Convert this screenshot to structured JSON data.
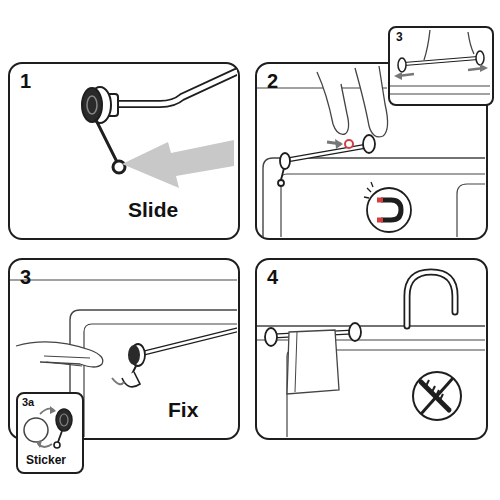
{
  "diagram": {
    "nodes": [
      {
        "text": [
          "1",
          "Slide"
        ]
      },
      {
        "text": [
          "2"
        ]
      },
      {
        "text": [
          "3"
        ],
        "in": 1
      },
      {
        "text": [
          "3",
          "Fix"
        ]
      },
      {
        "text": [
          "3a",
          "Sticker"
        ],
        "in": 3
      },
      {
        "text": [
          "4"
        ]
      }
    ]
  }
}
